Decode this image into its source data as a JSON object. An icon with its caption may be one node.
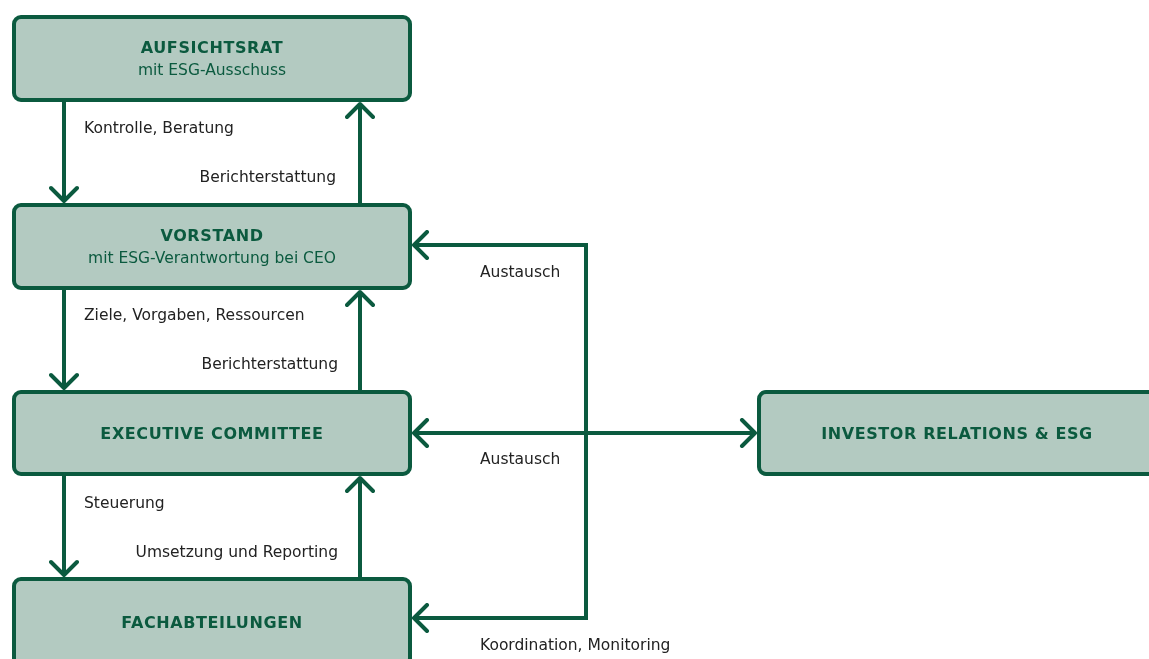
{
  "diagram": {
    "nodes": [
      {
        "text": [
          "AUFSICHTSRAT",
          "mit ESG-Ausschuss"
        ]
      },
      {
        "text": [
          "VORSTAND",
          "mit ESG-Verantwortung bei CEO"
        ]
      },
      {
        "text": [
          "EXECUTIVE COMMITTEE"
        ]
      },
      {
        "text": [
          "FACHABTEILUNGEN"
        ]
      },
      {
        "text": [
          "INVESTOR RELATIONS & ESG"
        ]
      }
    ],
    "edges": [
      {
        "from": 0,
        "to": 1,
        "arrow": "to",
        "label": "Kontrolle, Beratung"
      },
      {
        "from": 1,
        "to": 0,
        "arrow": "to",
        "label": "Berichterstattung"
      },
      {
        "from": 1,
        "to": 2,
        "arrow": "to",
        "label": "Ziele, Vorgaben, Ressourcen"
      },
      {
        "from": 2,
        "to": 1,
        "arrow": "to",
        "label": "Berichterstattung"
      },
      {
        "from": 2,
        "to": 3,
        "arrow": "to",
        "label": "Steuerung"
      },
      {
        "from": 3,
        "to": 2,
        "arrow": "to",
        "label": "Umsetzung und Reporting"
      },
      {
        "from": 2,
        "to": 4,
        "arrow": "both",
        "label": "Austausch"
      },
      {
        "from": 4,
        "to": 1,
        "arrow": "to",
        "label": "Austausch"
      },
      {
        "from": 4,
        "to": 3,
        "arrow": "to",
        "label": "Koordination, Monitoring"
      }
    ]
  }
}
